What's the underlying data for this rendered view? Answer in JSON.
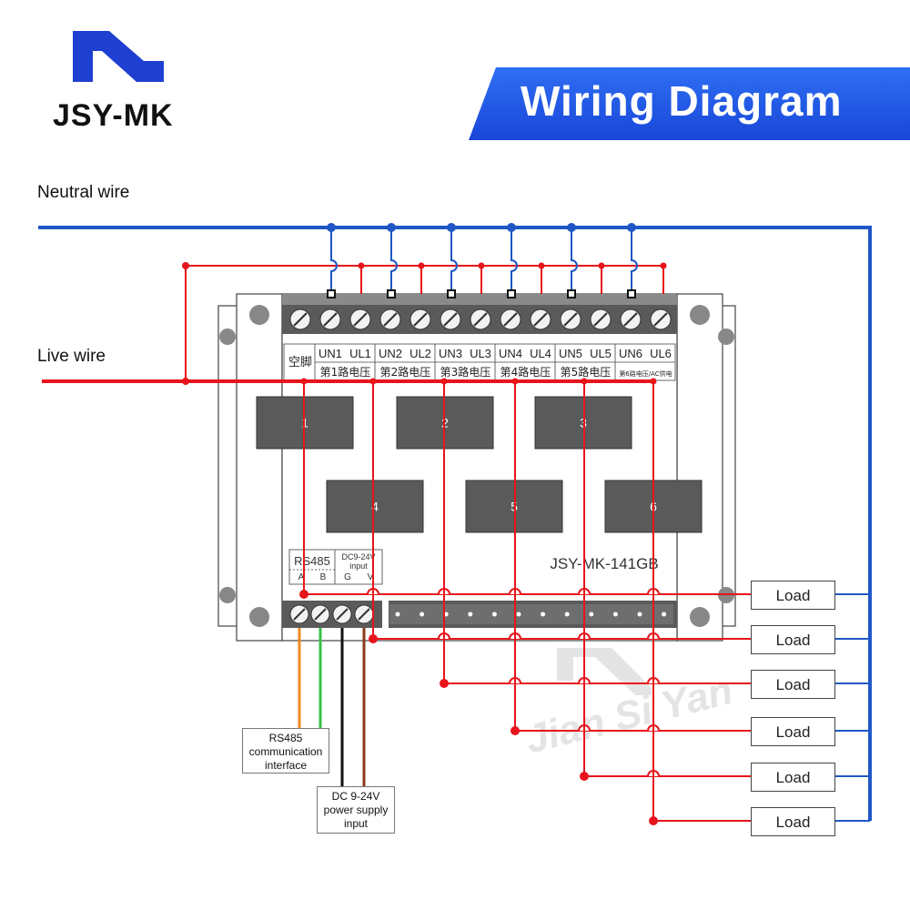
{
  "brand": {
    "name": "JSY-MK"
  },
  "header": {
    "title": "Wiring Diagram"
  },
  "wires": {
    "neutral_label": "Neutral wire",
    "live_label": "Live wire"
  },
  "device": {
    "model": "JSY-MK-141GB",
    "terminal_labels": [
      "空脚",
      "UN1",
      "UL1",
      "UN2",
      "UL2",
      "UN3",
      "UL3",
      "UN4",
      "UL4",
      "UN5",
      "UL5",
      "UN6",
      "UL6"
    ],
    "channel_voltage_labels": [
      "第1路电压",
      "第2路电压",
      "第3路电压",
      "第4路电压",
      "第5路电压",
      "第6路电压/AC供电"
    ],
    "ct_labels": [
      "1",
      "2",
      "3",
      "4",
      "5",
      "6"
    ],
    "rs485": {
      "title": "RS485",
      "a": "A",
      "b": "B"
    },
    "dc_input": {
      "title": "DC9-24V",
      "sub": "input",
      "g": "G",
      "v": "V"
    }
  },
  "callouts": {
    "rs485_lines": [
      "RS485",
      "communication",
      "interface"
    ],
    "dc_lines": [
      "DC 9-24V",
      "power supply",
      "input"
    ]
  },
  "loads": [
    "Load",
    "Load",
    "Load",
    "Load",
    "Load",
    "Load"
  ],
  "watermark": "Jian Si Yan",
  "colors": {
    "neutral": "#1f57c4",
    "live": "#e8141b",
    "brand_blue": "#1f3fd1",
    "banner": "#2356e6",
    "rs485_a": "#f08a20",
    "rs485_b": "#34c04a",
    "dc_g": "#111111",
    "dc_v": "#8a3a1a"
  }
}
